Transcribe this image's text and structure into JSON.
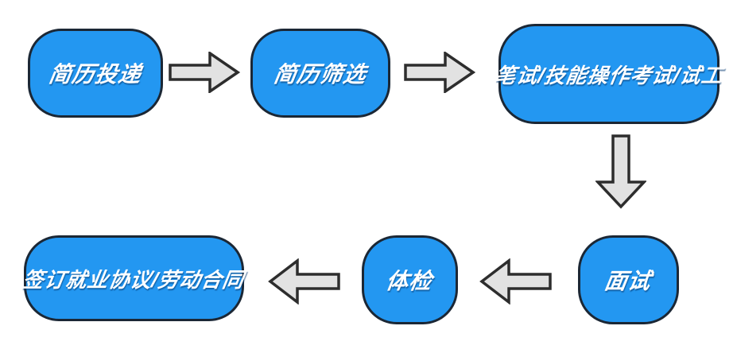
{
  "flowchart": {
    "name": "recruitment-process-flowchart",
    "nodes": [
      {
        "id": "resume-submission",
        "label": "简历投递"
      },
      {
        "id": "resume-screening",
        "label": "简历筛选"
      },
      {
        "id": "written-skill-test",
        "label": "笔试/技能操作考试/试工"
      },
      {
        "id": "interview",
        "label": "面试"
      },
      {
        "id": "physical-exam",
        "label": "体检"
      },
      {
        "id": "sign-contract",
        "label": "签订就业协议/劳动合同"
      }
    ],
    "edges": [
      {
        "from": "resume-submission",
        "to": "resume-screening",
        "direction": "right"
      },
      {
        "from": "resume-screening",
        "to": "written-skill-test",
        "direction": "right"
      },
      {
        "from": "written-skill-test",
        "to": "interview",
        "direction": "down"
      },
      {
        "from": "interview",
        "to": "physical-exam",
        "direction": "left"
      },
      {
        "from": "physical-exam",
        "to": "sign-contract",
        "direction": "left"
      }
    ],
    "colors": {
      "node_fill": "#2397F1",
      "node_border": "#1B2735",
      "arrow_fill": "#E2E2E2",
      "arrow_border": "#2D2D2D",
      "text": "#FFFFFF",
      "background": "#FFFFFF"
    }
  }
}
